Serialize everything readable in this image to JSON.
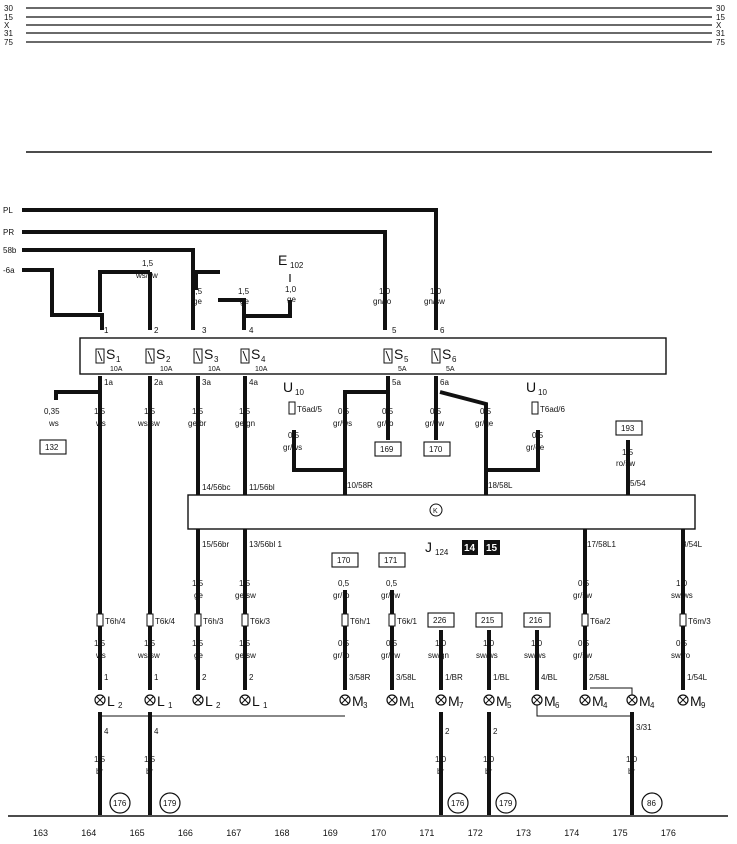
{
  "rails_left": [
    "30",
    "15",
    "X",
    "31",
    "75"
  ],
  "rails_right": [
    "30",
    "15",
    "X",
    "31",
    "75"
  ],
  "left_inputs": [
    "PL",
    "PR",
    "58b",
    "-6a"
  ],
  "switch_e102": {
    "label": "E",
    "sub": "102"
  },
  "fuses": [
    {
      "id": "S1",
      "letter": "S",
      "num": "1",
      "amp": "10A",
      "in": "1",
      "out": "1a"
    },
    {
      "id": "S2",
      "letter": "S",
      "num": "2",
      "amp": "10A",
      "in": "2",
      "out": "2a"
    },
    {
      "id": "S3",
      "letter": "S",
      "num": "3",
      "amp": "10A",
      "in": "3",
      "out": "3a"
    },
    {
      "id": "S4",
      "letter": "S",
      "num": "4",
      "amp": "10A",
      "in": "4",
      "out": "4a"
    },
    {
      "id": "S5",
      "letter": "S",
      "num": "5",
      "amp": "5A",
      "in": "5",
      "out": "5a"
    },
    {
      "id": "S6",
      "letter": "S",
      "num": "6",
      "amp": "5A",
      "in": "6",
      "out": "6a"
    }
  ],
  "fuse_in_wires": [
    {
      "size": "1,5",
      "color": "ws/sw"
    },
    {
      "size": "2,5",
      "color": "ge"
    },
    {
      "size": "1,5",
      "color": "ge"
    },
    {
      "size": "1,0",
      "color": "ge"
    },
    {
      "size": "1,0",
      "color": "gn/ro"
    },
    {
      "size": "1,0",
      "color": "gn/sw"
    }
  ],
  "fuse_out_wires": [
    {
      "size": "0,35",
      "color": "ws"
    },
    {
      "size": "1,5",
      "color": "ws"
    },
    {
      "size": "1,5",
      "color": "ws/sw"
    },
    {
      "size": "1,5",
      "color": "ge/br"
    },
    {
      "size": "1,5",
      "color": "ge/gn"
    },
    {
      "size": "0,5",
      "color": "gr/ws"
    },
    {
      "size": "0,5",
      "color": "gr/ro"
    },
    {
      "size": "0,5",
      "color": "gr/sw"
    },
    {
      "size": "0,5",
      "color": "gr/ge"
    }
  ],
  "u10": [
    {
      "label": "U",
      "sub": "10",
      "conn": "T6ad/5",
      "size": "0,5",
      "color": "gr/ws"
    },
    {
      "label": "U",
      "sub": "10",
      "conn": "T6ad/6",
      "size": "0,5",
      "color": "gr/ge"
    }
  ],
  "refs_upper": [
    "132",
    "169",
    "170",
    "193"
  ],
  "wire_193": {
    "size": "1,5",
    "color": "ro/sw"
  },
  "j124": {
    "label": "J",
    "sub": "124",
    "badges": [
      "14",
      "15"
    ],
    "center_mark": "K"
  },
  "j124_top_pins": [
    "14/56bc",
    "11/56bl",
    "10/58R",
    "18/58L",
    "5/54"
  ],
  "j124_bottom_pins": [
    "15/56br",
    "13/56bl 1",
    "17/58L1",
    "8/54L"
  ],
  "refs_mid": [
    "170",
    "171",
    "226",
    "215",
    "216"
  ],
  "mid_wires_a": [
    {
      "size": "1,5",
      "color": "ge"
    },
    {
      "size": "1,5",
      "color": "ge/sw"
    },
    {
      "size": "0,5",
      "color": "gr/ro"
    },
    {
      "size": "0,5",
      "color": "gr/sw"
    },
    {
      "size": "0,5",
      "color": "gr/sw"
    },
    {
      "size": "1,0",
      "color": "sw/ws"
    }
  ],
  "connectors": [
    "T6h/4",
    "T6k/4",
    "T6h/3",
    "T6k/3",
    "T6h/1",
    "T6k/1",
    "T6a/2",
    "T6m/3"
  ],
  "mid_wires_b": [
    {
      "size": "1,5",
      "color": "ws"
    },
    {
      "size": "1,5",
      "color": "ws/sw"
    },
    {
      "size": "1,5",
      "color": "ge"
    },
    {
      "size": "1,5",
      "color": "ge/sw"
    },
    {
      "size": "0,5",
      "color": "gr/ro"
    },
    {
      "size": "0,5",
      "color": "gr/sw"
    },
    {
      "size": "1,0",
      "color": "sw/gn"
    },
    {
      "size": "1,0",
      "color": "sw/ws"
    },
    {
      "size": "1,0",
      "color": "sw/ws"
    },
    {
      "size": "0,5",
      "color": "gr/sw"
    },
    {
      "size": "0,5",
      "color": "sw/ro"
    }
  ],
  "lamp_pins": [
    "1",
    "1",
    "2",
    "2",
    "3/58R",
    "3/58L",
    "1/BR",
    "1/BL",
    "4/BL",
    "2/58L",
    "1/54L"
  ],
  "lamps": [
    {
      "id": "L2a",
      "letter": "L",
      "num": "2"
    },
    {
      "id": "L1a",
      "letter": "L",
      "num": "1"
    },
    {
      "id": "L2b",
      "letter": "L",
      "num": "2"
    },
    {
      "id": "L1b",
      "letter": "L",
      "num": "1"
    },
    {
      "id": "M3",
      "letter": "M",
      "num": "3"
    },
    {
      "id": "M1",
      "letter": "M",
      "num": "1"
    },
    {
      "id": "M7",
      "letter": "M",
      "num": "7"
    },
    {
      "id": "M5",
      "letter": "M",
      "num": "5"
    },
    {
      "id": "M6",
      "letter": "M",
      "num": "6"
    },
    {
      "id": "M4a",
      "letter": "M",
      "num": "4"
    },
    {
      "id": "M4b",
      "letter": "M",
      "num": "4"
    },
    {
      "id": "M9",
      "letter": "M",
      "num": "9"
    }
  ],
  "lamp_out_pins": [
    "4",
    "4",
    "2",
    "2",
    "3/31"
  ],
  "ground_wires": [
    {
      "size": "1,5",
      "color": "br"
    },
    {
      "size": "1,5",
      "color": "br"
    },
    {
      "size": "1,0",
      "color": "br"
    },
    {
      "size": "1,0",
      "color": "br"
    },
    {
      "size": "1,0",
      "color": "br"
    }
  ],
  "ground_refs": [
    "176",
    "179",
    "176",
    "179",
    "86"
  ],
  "columns": [
    "163",
    "164",
    "165",
    "166",
    "167",
    "168",
    "169",
    "170",
    "171",
    "172",
    "173",
    "174",
    "175",
    "176"
  ]
}
